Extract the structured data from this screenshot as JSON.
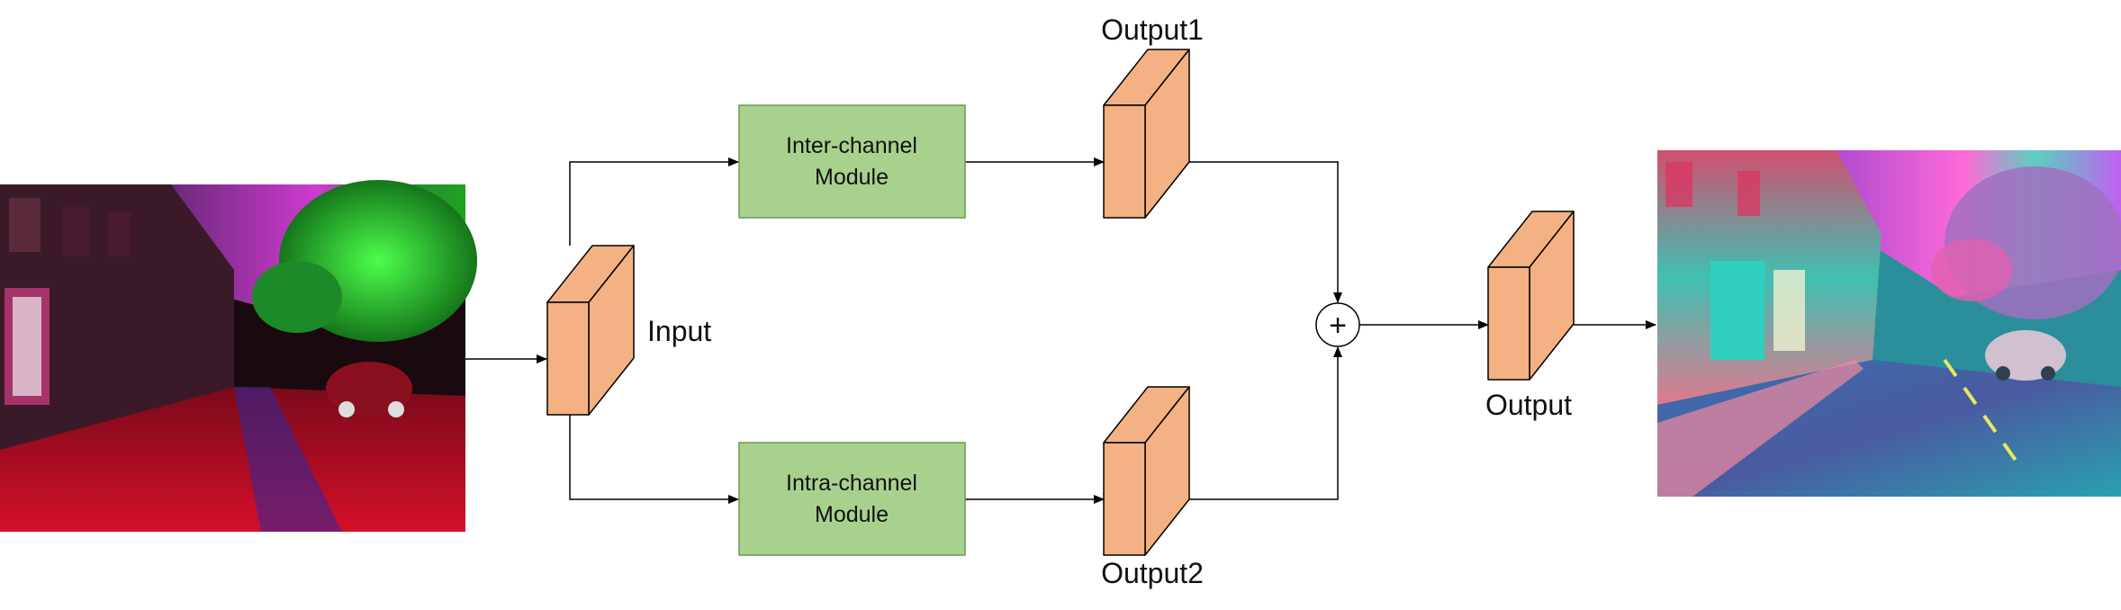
{
  "diagram": {
    "nodes": {
      "input_label": "Input",
      "output1_label": "Output1",
      "output2_label": "Output2",
      "output_label": "Output",
      "sum_symbol": "+",
      "inter_module_line1": "Inter-channel",
      "inter_module_line2": "Module",
      "intra_module_line1": "Intra-channel",
      "intra_module_line2": "Module"
    },
    "colors": {
      "module_fill": "#a9d18e",
      "block_fill": "#f4b183",
      "line": "#000000"
    }
  }
}
